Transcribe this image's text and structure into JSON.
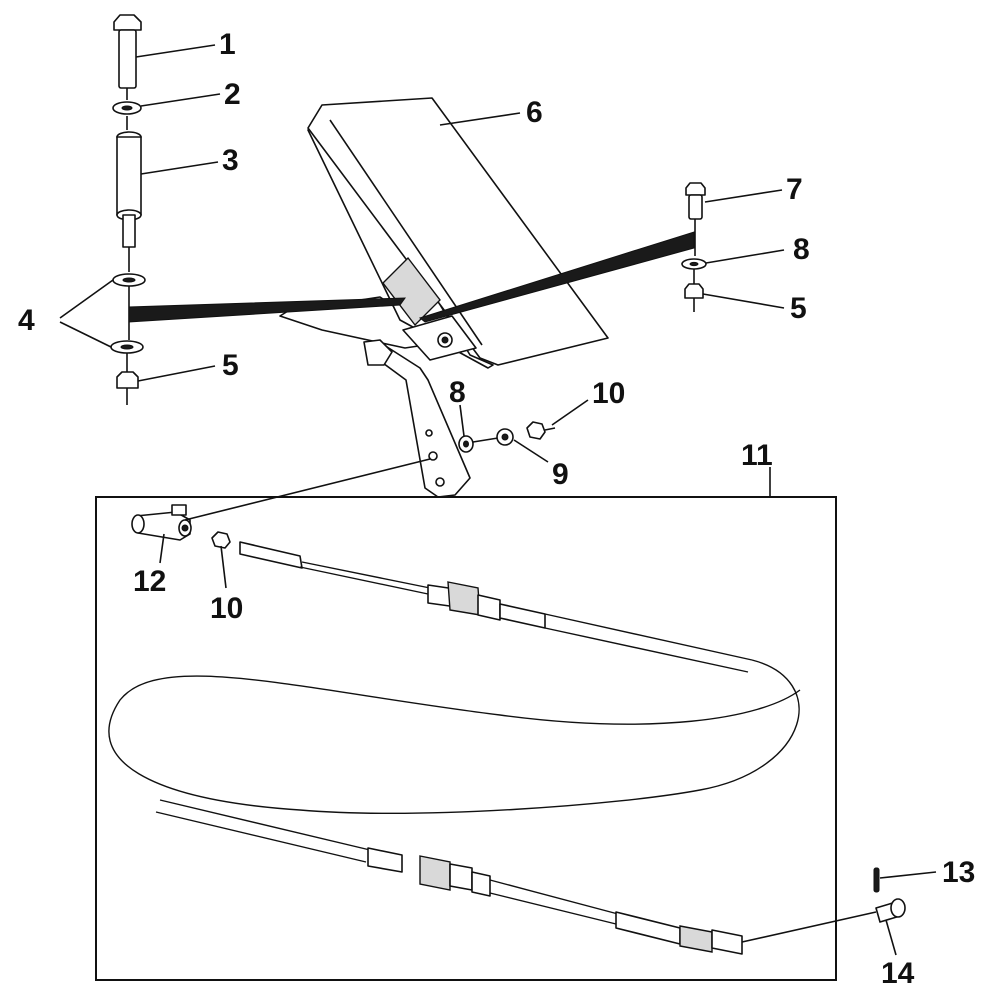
{
  "diagram": {
    "callouts": [
      {
        "id": "c1",
        "label": "1"
      },
      {
        "id": "c2",
        "label": "2"
      },
      {
        "id": "c3",
        "label": "3"
      },
      {
        "id": "c4",
        "label": "4"
      },
      {
        "id": "c5a",
        "label": "5"
      },
      {
        "id": "c6",
        "label": "6"
      },
      {
        "id": "c7",
        "label": "7"
      },
      {
        "id": "c8a",
        "label": "8"
      },
      {
        "id": "c5b",
        "label": "5"
      },
      {
        "id": "c8b",
        "label": "8"
      },
      {
        "id": "c10a",
        "label": "10"
      },
      {
        "id": "c9",
        "label": "9"
      },
      {
        "id": "c11",
        "label": "11"
      },
      {
        "id": "c12",
        "label": "12"
      },
      {
        "id": "c10b",
        "label": "10"
      },
      {
        "id": "c13",
        "label": "13"
      },
      {
        "id": "c14",
        "label": "14"
      }
    ],
    "colors": {
      "line": "#111111",
      "background": "#ffffff"
    }
  }
}
